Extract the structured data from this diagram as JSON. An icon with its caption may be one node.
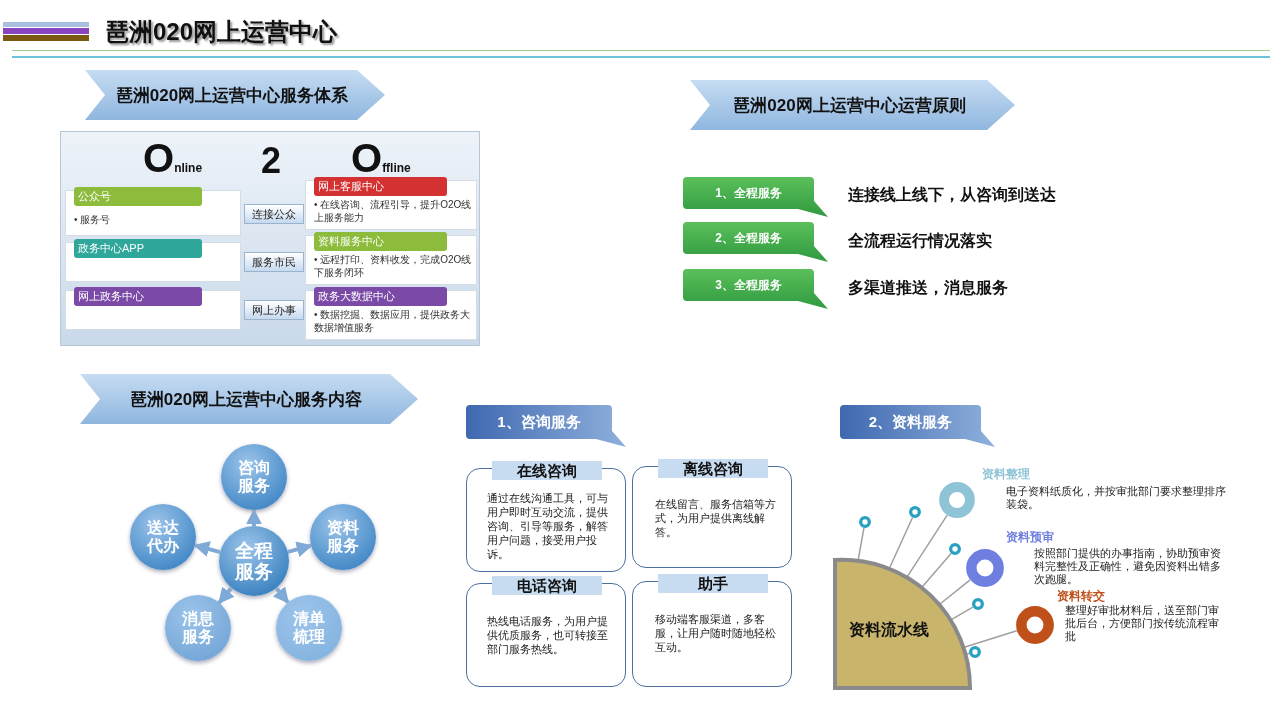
{
  "diagram": {
    "title": "琶洲020网上运营中心",
    "nodes": [
      {
        "text": [
          "琶洲020网上运营中心服务体系"
        ]
      },
      {
        "text": [
          "琶洲020网上运营中心运营原则"
        ]
      },
      {
        "text": [],
        "shape": "box"
      },
      {
        "text": [
          "公众号",
          "• 服务号"
        ],
        "in": 2
      },
      {
        "text": [
          "政务中心APP"
        ],
        "in": 2
      },
      {
        "text": [
          "网上政务中心"
        ],
        "in": 2
      },
      {
        "text": [
          "连接公众"
        ],
        "in": 2
      },
      {
        "text": [
          "服务市民"
        ],
        "in": 2
      },
      {
        "text": [
          "网上办事"
        ],
        "in": 2
      },
      {
        "text": [
          "网上客服中心",
          "• 在线咨询、流程引导，提升O2O线上服务能力"
        ],
        "in": 2
      },
      {
        "text": [
          "资料服务中心",
          "• 远程打印、资料收发，完成O2O线下服务闭环"
        ],
        "in": 2
      },
      {
        "text": [
          "政务大数据中心",
          "• 数据挖掘、数据应用，提供政务大数据增值服务"
        ],
        "in": 2
      },
      {
        "text": [
          "1、全程服务"
        ],
        "beside": [
          "连接线上线下，从咨询到送达"
        ]
      },
      {
        "text": [
          "2、全程服务"
        ],
        "beside": [
          "全流程运行情况落实"
        ]
      },
      {
        "text": [
          "3、全程服务"
        ],
        "beside": [
          "多渠道推送，消息服务"
        ]
      },
      {
        "text": [
          "琶洲020网上运营中心服务内容"
        ]
      },
      {
        "text": [
          "全程服务"
        ]
      },
      {
        "text": [
          "咨询服务"
        ]
      },
      {
        "text": [
          "送达代办"
        ]
      },
      {
        "text": [
          "资料服务"
        ]
      },
      {
        "text": [
          "消息服务"
        ]
      },
      {
        "text": [
          "清单梳理"
        ]
      },
      {
        "text": [
          "1、咨询服务"
        ]
      },
      {
        "text": [
          "在线咨询",
          "通过在线沟通工具，可与用户即时互动交流，提供咨询、引导等服务，解答用户问题，接受用户投诉。"
        ]
      },
      {
        "text": [
          "离线咨询",
          "在线留言、服务信箱等方式，为用户提供离线解答。"
        ]
      },
      {
        "text": [
          "电话咨询",
          "热线电话服务，为用户提供优质服务，也可转接至部门服务热线。"
        ]
      },
      {
        "text": [
          "助手",
          "移动端客服渠道，多客服，让用户随时随地轻松互动。"
        ]
      },
      {
        "text": [
          "2、资料服务"
        ]
      },
      {
        "text": [
          "资料流水线"
        ]
      },
      {
        "text": [],
        "shape": "circle"
      },
      {
        "text": [],
        "shape": "circle"
      },
      {
        "text": [],
        "shape": "circle"
      },
      {
        "text": [],
        "shape": "circle",
        "beside": [
          "资料整理",
          "电子资料纸质化，并按审批部门要求整理排序装袋。"
        ]
      },
      {
        "text": [],
        "shape": "circle"
      },
      {
        "text": [],
        "shape": "circle"
      },
      {
        "text": [],
        "shape": "circle",
        "beside": [
          "资料预审",
          "按照部门提供的办事指南，协助预审资料完整性及正确性，避免因资料出错多次跑腿。"
        ]
      },
      {
        "text": [],
        "shape": "circle",
        "beside": [
          "资料转交",
          "整理好审批材料后，送至部门审批后台，方便部门按传统流程审批"
        ]
      }
    ],
    "edges": [
      {
        "from": 16,
        "to": 17,
        "arrow": "to",
        "style": "thick"
      },
      {
        "from": 16,
        "to": 18,
        "arrow": "to",
        "style": "thick"
      },
      {
        "from": 16,
        "to": 19,
        "arrow": "to",
        "style": "thick"
      },
      {
        "from": 16,
        "to": 20,
        "arrow": "to",
        "style": "thick"
      },
      {
        "from": 16,
        "to": 21,
        "arrow": "to",
        "style": "thick"
      },
      {
        "from": 28,
        "to": 29,
        "arrow": "none"
      },
      {
        "from": 28,
        "to": 30,
        "arrow": "none"
      },
      {
        "from": 28,
        "to": 31,
        "arrow": "none"
      },
      {
        "from": 28,
        "to": 32,
        "arrow": "none"
      },
      {
        "from": 28,
        "to": 33,
        "arrow": "none"
      },
      {
        "from": 28,
        "to": 34,
        "arrow": "none"
      },
      {
        "from": 28,
        "to": 35,
        "arrow": "none"
      },
      {
        "from": 28,
        "to": 36,
        "arrow": "none"
      }
    ],
    "labels": [
      "Online",
      "2",
      "Offline"
    ]
  }
}
